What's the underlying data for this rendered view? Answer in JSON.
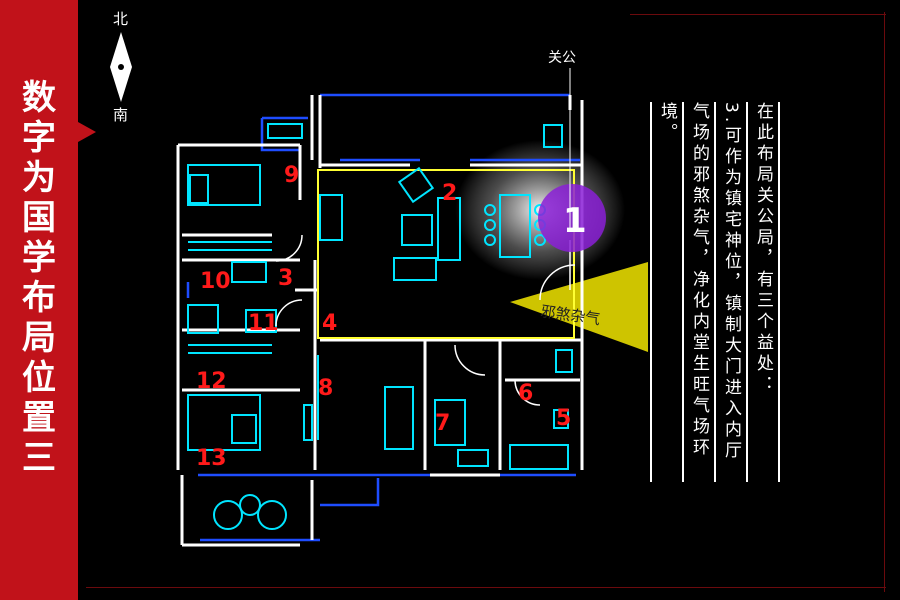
{
  "sidebar": {
    "title_chars": [
      "数",
      "字",
      "为",
      "国",
      "学",
      "布",
      "局",
      "位",
      "置",
      "三"
    ]
  },
  "compass": {
    "north": "北",
    "south": "南"
  },
  "plan": {
    "door_label": "关公",
    "evil_label": "邪煞杂气",
    "room_numbers": [
      "1",
      "2",
      "3",
      "4",
      "5",
      "6",
      "7",
      "8",
      "9",
      "10",
      "11",
      "12",
      "13"
    ]
  },
  "notes": {
    "col1": "在此布局关公局，有三个益处：",
    "col2": "3.可作为镇宅神位，镇制大门进入内厅",
    "col3": "气场的邪煞杂气，净化内堂生旺气场环",
    "col4": "境。"
  },
  "colors": {
    "sidebar": "#c1121a",
    "walls": "#ffffff",
    "furniture": "#00e5ff",
    "blue_lines": "#1e4dff",
    "numbers": "#ff1a1a",
    "highlight": "#ffff33",
    "marker": "#8a1fd6"
  }
}
